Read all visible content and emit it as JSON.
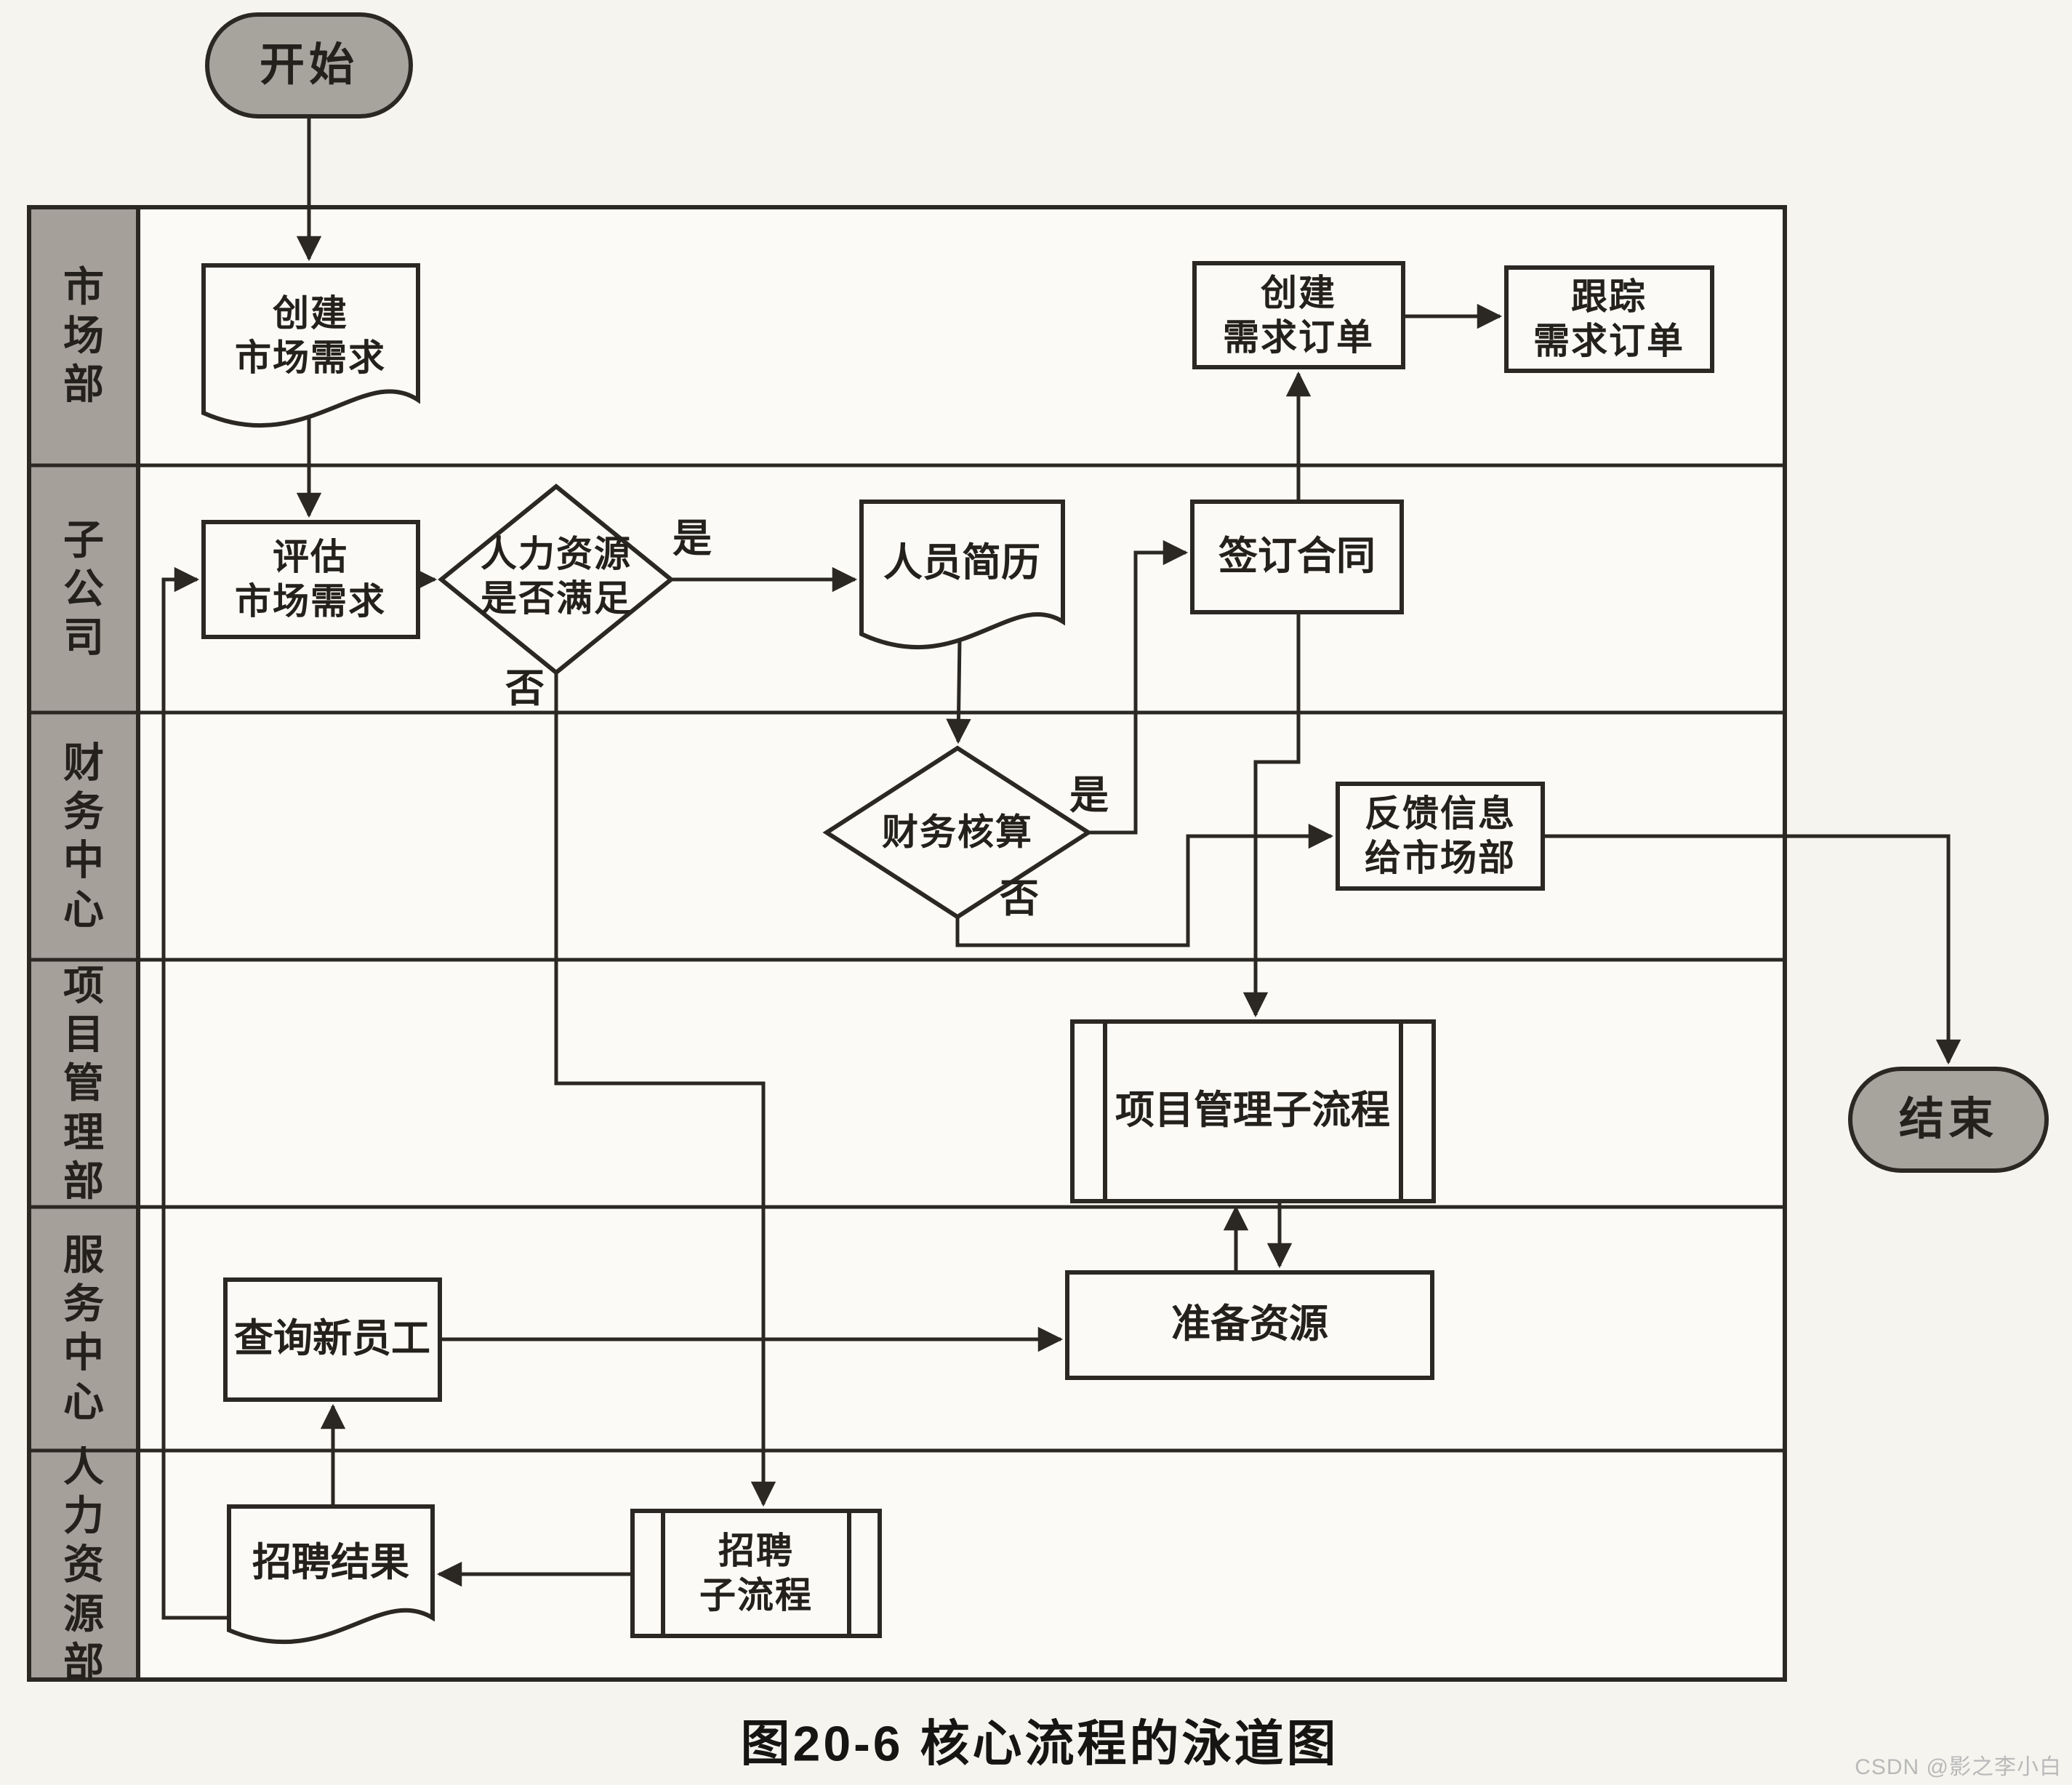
{
  "colors": {
    "paper": "#f5f4ef",
    "line": "#2b2723",
    "lane_label_bg": "#a5a19a",
    "terminator_bg": "#a7a39d",
    "node_bg": "#fbfaf7",
    "watermark_gray": "#b9b9b9"
  },
  "terminators": {
    "start": "开始",
    "end": "结束"
  },
  "lanes": [
    {
      "label": "市场部"
    },
    {
      "label": "子公司"
    },
    {
      "label": "财务中心"
    },
    {
      "label": "项目管理部"
    },
    {
      "label": "服务中心"
    },
    {
      "label": "人力资源部"
    }
  ],
  "nodes": {
    "create_market_demand": {
      "label": "创建\n市场需求",
      "shape": "document"
    },
    "evaluate_market_demand": {
      "label": "评估\n市场需求",
      "shape": "process"
    },
    "hr_satisfied": {
      "label": "人力资源\n是否满足",
      "shape": "decision"
    },
    "personnel_resume": {
      "label": "人员简历",
      "shape": "document"
    },
    "sign_contract": {
      "label": "签订合同",
      "shape": "process"
    },
    "create_demand_order": {
      "label": "创建\n需求订单",
      "shape": "process"
    },
    "track_demand_order": {
      "label": "跟踪\n需求订单",
      "shape": "process"
    },
    "financial_accounting": {
      "label": "财务核算",
      "shape": "decision"
    },
    "feedback_to_marketing": {
      "label": "反馈信息\n给市场部",
      "shape": "process"
    },
    "project_mgmt_subprocess": {
      "label": "项目管理子流程",
      "shape": "subprocess"
    },
    "prepare_resources": {
      "label": "准备资源",
      "shape": "process"
    },
    "query_new_employees": {
      "label": "查询新员工",
      "shape": "process"
    },
    "recruitment_result": {
      "label": "招聘结果",
      "shape": "document"
    },
    "recruitment_subprocess": {
      "label": "招聘\n子流程",
      "shape": "subprocess"
    }
  },
  "edge_labels": {
    "hr_yes": "是",
    "hr_no": "否",
    "fin_yes": "是",
    "fin_no": "否"
  },
  "caption": "图20-6  核心流程的泳道图",
  "watermark": "CSDN @影之李小白"
}
